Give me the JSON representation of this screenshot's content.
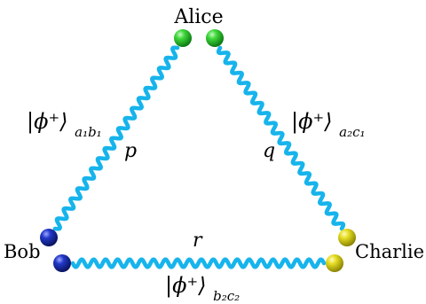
{
  "nodes": {
    "alice": {
      "label": "Alice",
      "color": "#1fb82a"
    },
    "bob": {
      "label": "Bob",
      "color": "#1a2fb8"
    },
    "charlie": {
      "label": "Charlie",
      "color": "#d4cd1a"
    }
  },
  "links": {
    "ab": {
      "state": "|ϕ⁺⟩",
      "sub": "a₁b₁",
      "param": "p"
    },
    "ac": {
      "state": "|ϕ⁺⟩",
      "sub": "a₂c₁",
      "param": "q"
    },
    "bc": {
      "state": "|ϕ⁺⟩",
      "sub": "b₂c₂",
      "param": "r"
    }
  },
  "colors": {
    "entanglement_link": "#17b4ec"
  }
}
